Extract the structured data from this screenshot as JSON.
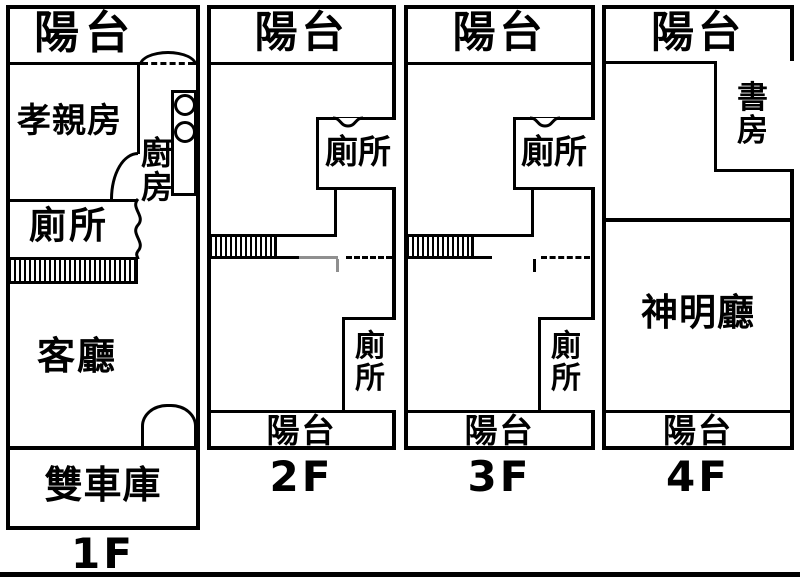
{
  "colors": {
    "wall": "#000000",
    "background": "#ffffff",
    "artifact_gray": "#8f8f8f"
  },
  "floors": {
    "f1": {
      "label": "1F",
      "balcony_top": "陽台",
      "parent_room": "孝親房",
      "kitchen": "廚房",
      "toilet": "廁所",
      "living_room": "客廳",
      "garage": "雙車庫"
    },
    "f2": {
      "label": "2F",
      "balcony_top": "陽台",
      "toilet_upper": "廁所",
      "toilet_lower": "廁所",
      "balcony_bottom": "陽台"
    },
    "f3": {
      "label": "3F",
      "balcony_top": "陽台",
      "toilet_upper": "廁所",
      "toilet_lower": "廁所",
      "balcony_bottom": "陽台"
    },
    "f4": {
      "label": "4F",
      "balcony_top": "陽台",
      "study": "書房",
      "shrine_hall": "神明廳",
      "balcony_bottom": "陽台"
    }
  }
}
